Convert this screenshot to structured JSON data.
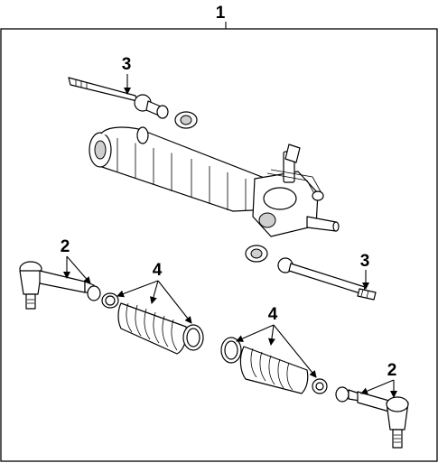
{
  "callouts": {
    "assembly": "1",
    "tie_rod_end_left": "2",
    "inner_tie_rod_upper": "3",
    "boot_kit_left": "4",
    "boot_kit_right": "4",
    "inner_tie_rod_lower": "3",
    "tie_rod_end_right": "2"
  },
  "colors": {
    "line": "#000000",
    "background": "#ffffff",
    "shade": "#cfcfcf"
  }
}
